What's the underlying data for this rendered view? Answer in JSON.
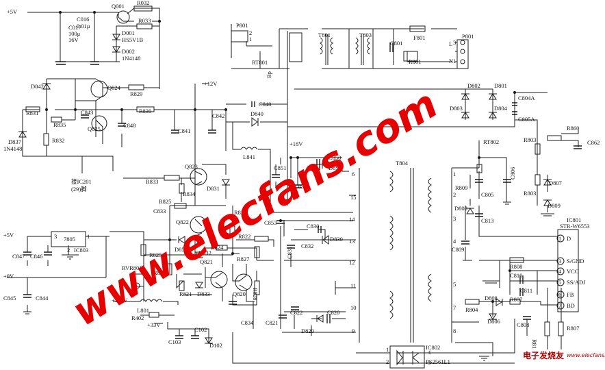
{
  "labels": {
    "v5_top": "+5V",
    "q001": "Q001",
    "r032": "R032",
    "c016": "C016",
    "c016_val": "0.01μ",
    "r033": "R033",
    "c017": "C017",
    "c017_v1": "100μ",
    "c017_v2": "16V",
    "d001": "D001",
    "d001_val": "HS5V1B",
    "d002": "D002",
    "d002_val": "1N4148",
    "d842": "D842",
    "q824": "Q824",
    "r829": "R829",
    "v12": "+12V",
    "r831": "R831",
    "c843": "C843",
    "r830": "R830",
    "c840": "C840",
    "r835": "R835",
    "q825": "Q825",
    "c848": "C848",
    "d840": "D840",
    "c842": "C842",
    "c841": "C841",
    "d837": "D837",
    "d837_val": "1N4148",
    "r832": "R832",
    "ic201_a": "接IC201",
    "ic201_b": "(29)脚",
    "r833": "R833",
    "q823": "Q823",
    "r834": "R834",
    "d831": "D831",
    "l841": "L841",
    "r825a": "R825",
    "c833": "C833",
    "q822": "Q822",
    "r823": "R823",
    "v5_left": "+5V",
    "i7805": "7805",
    "ic803": "IC803",
    "c847": "C847",
    "c846": "C846",
    "d851": "D851",
    "d832": "D832",
    "r824": "R824",
    "r822": "R822",
    "r825b": "R825",
    "rvr801": "RVR801",
    "r820": "R820",
    "q821": "Q821",
    "r827": "R827",
    "v9": "+9V",
    "c845": "C845",
    "c844": "C844",
    "r821": "R821",
    "d833": "D833",
    "q820": "Q820",
    "r828": "R828",
    "v125": "+125V",
    "l801": "L801",
    "r402": "R402",
    "v33": "+33V",
    "c834": "C834",
    "c821": "C821",
    "c822": "C822",
    "c820": "C820",
    "d820": "D820",
    "c103": "C103",
    "c102": "C102",
    "d102": "D102",
    "p801_left": "P801",
    "rt801": "RT801",
    "t801": "T801",
    "t803": "T803",
    "c801": "C801",
    "f801": "F801",
    "p801_right": "P801",
    "r801": "R801",
    "d802": "D802",
    "d801": "D801",
    "c804a": "C804A",
    "d803": "D803",
    "d804": "D804",
    "c805a": "C805A",
    "r860": "R860",
    "c862": "C862",
    "r803a": "R803",
    "v18": "+18V",
    "c850": "C850",
    "d850": "D850",
    "rt802": "RT802",
    "t804": "T804",
    "c851": "C851",
    "c852": "C852",
    "r809": "R809",
    "c805": "C805",
    "c806": "C806",
    "d807": "D807",
    "r803b": "R803",
    "d808a": "D808",
    "d809": "D809",
    "ic801": "IC801",
    "ic801_val": "STR-W6553",
    "c813": "C813",
    "c853": "C853",
    "c830": "C830",
    "c832": "C832",
    "d830": "D830",
    "c831": "C831",
    "c809": "C809",
    "r808": "R808",
    "c810": "C810",
    "c811": "C811",
    "r804": "R804",
    "d808b": "D808",
    "r807a": "R807",
    "d806": "D806",
    "c808": "C808",
    "r811": "R811",
    "r807b": "R807",
    "ic802": "IC802",
    "ic802_val": "PS2561L1",
    "pin_d": "D",
    "pin_sgnd": "S/GND",
    "pin_vcc": "VCC",
    "pin_ssadj": "SS/ADJ",
    "pin_fb": "FB",
    "pin_bd": "BD",
    "n1": "1",
    "n2": "2",
    "n3": "3",
    "n4": "4",
    "n5": "5",
    "n6": "6",
    "n7": "7",
    "n8": "8",
    "n9": "9",
    "n10": "10",
    "n11": "11",
    "n12": "12",
    "n13": "13",
    "n14": "14",
    "n15": "15",
    "L_letter": "L",
    "N_letter": "N",
    "Bp": "Bp",
    "watermark": "www.elecfans.com",
    "brand_cn": "电子发烧友",
    "brand_en": "www.elecfans.com"
  },
  "colors": {
    "watermark": "#e60000",
    "brand": "#b00000",
    "line": "#1a1a1a"
  }
}
